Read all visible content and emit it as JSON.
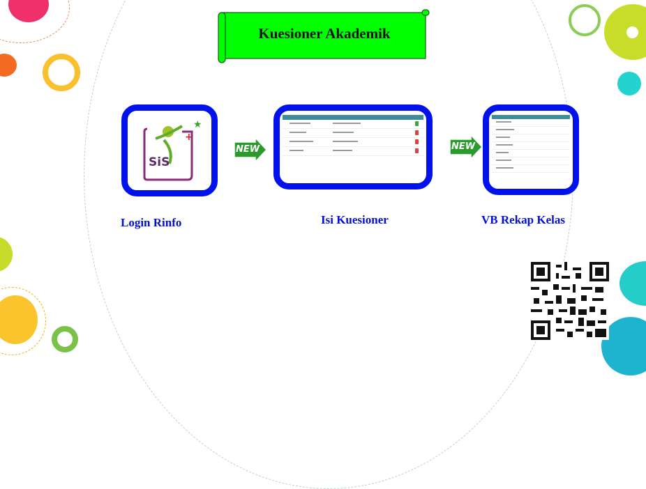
{
  "title": "Kuesioner Akademik",
  "steps": [
    {
      "label": "Login Rinfo",
      "icon": "sis-logo"
    },
    {
      "label": "Isi Kuesioner",
      "icon": "questionnaire-table-screenshot"
    },
    {
      "label": "VB Rekap Kelas",
      "icon": "class-recap-screenshot"
    }
  ],
  "arrows": [
    {
      "badge": "NEW"
    },
    {
      "badge": "NEW"
    }
  ],
  "logo": {
    "text": "SiS"
  },
  "qr": {
    "icon": "qr-code-icon"
  },
  "colors": {
    "banner": "#00ff00",
    "frame": "#0011ee",
    "label": "#0010d8",
    "badge": "#1f8a1f"
  }
}
